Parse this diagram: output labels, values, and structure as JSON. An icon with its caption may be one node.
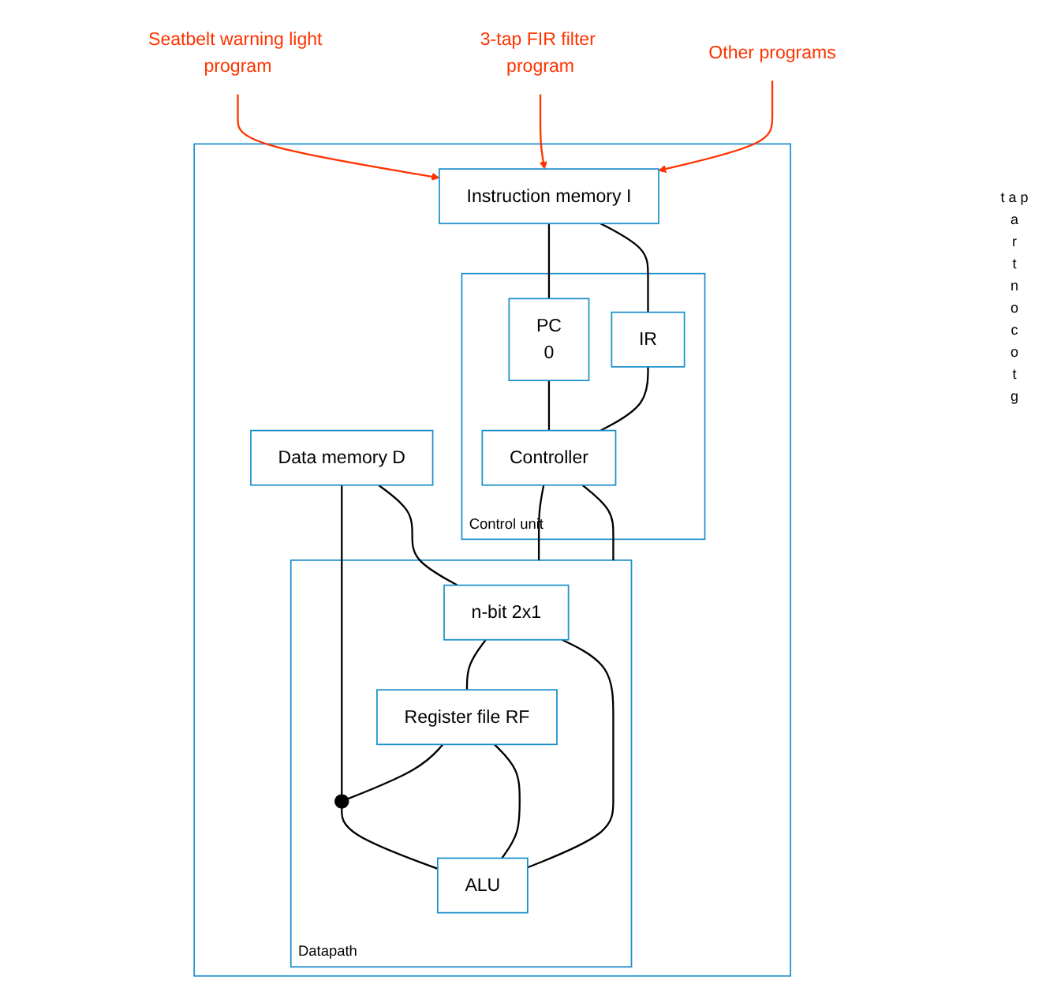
{
  "diagram": {
    "nodes": [
      {
        "text": [
          "Seatbelt warning light program"
        ]
      },
      {
        "text": [
          "3-tap FIR filter program"
        ]
      },
      {
        "text": [
          "Other programs"
        ]
      },
      {
        "text": [],
        "shape": "box"
      },
      {
        "text": [
          "Instruction memory I"
        ],
        "in": 3
      },
      {
        "text": [
          "Data memory D"
        ],
        "in": 3
      },
      {
        "text": [
          "Control unit"
        ],
        "in": 3
      },
      {
        "text": [
          "PC",
          "0"
        ],
        "in": 6
      },
      {
        "text": [
          "IR"
        ],
        "in": 6
      },
      {
        "text": [
          "Controller"
        ],
        "in": 6
      },
      {
        "text": [
          "Datapath"
        ],
        "in": 3
      },
      {
        "text": [
          "n-bit 2x1"
        ],
        "in": 10
      },
      {
        "text": [
          "Register file RF"
        ],
        "in": 10
      },
      {
        "text": [
          "ALU"
        ],
        "in": 10
      },
      {
        "text": [],
        "shape": "circle",
        "in": 10
      }
    ],
    "edges": [
      {
        "from": 0,
        "to": 4,
        "arrow": "to",
        "color": "#ff3300"
      },
      {
        "from": 1,
        "to": 4,
        "arrow": "to",
        "color": "#ff3300"
      },
      {
        "from": 2,
        "to": 4,
        "arrow": "to",
        "color": "#ff3300"
      },
      {
        "from": 4,
        "to": 7,
        "arrow": "none"
      },
      {
        "from": 4,
        "to": 8,
        "arrow": "none"
      },
      {
        "from": 7,
        "to": 9,
        "arrow": "none"
      },
      {
        "from": 8,
        "to": 9,
        "arrow": "none"
      },
      {
        "from": 9,
        "to": 10,
        "arrow": "none"
      },
      {
        "from": 9,
        "to": 10,
        "arrow": "none"
      },
      {
        "from": 5,
        "to": 11,
        "arrow": "none"
      },
      {
        "from": 5,
        "to": 14,
        "arrow": "none"
      },
      {
        "from": 11,
        "to": 12,
        "arrow": "none"
      },
      {
        "from": 12,
        "to": 14,
        "arrow": "none"
      },
      {
        "from": 14,
        "to": 13,
        "arrow": "none"
      },
      {
        "from": 12,
        "to": 13,
        "arrow": "none"
      },
      {
        "from": 13,
        "to": 11,
        "arrow": "none"
      }
    ],
    "labels": [
      "t a p",
      "a",
      "r",
      "t",
      "n",
      "o",
      "c",
      "o",
      "t",
      "g"
    ]
  }
}
